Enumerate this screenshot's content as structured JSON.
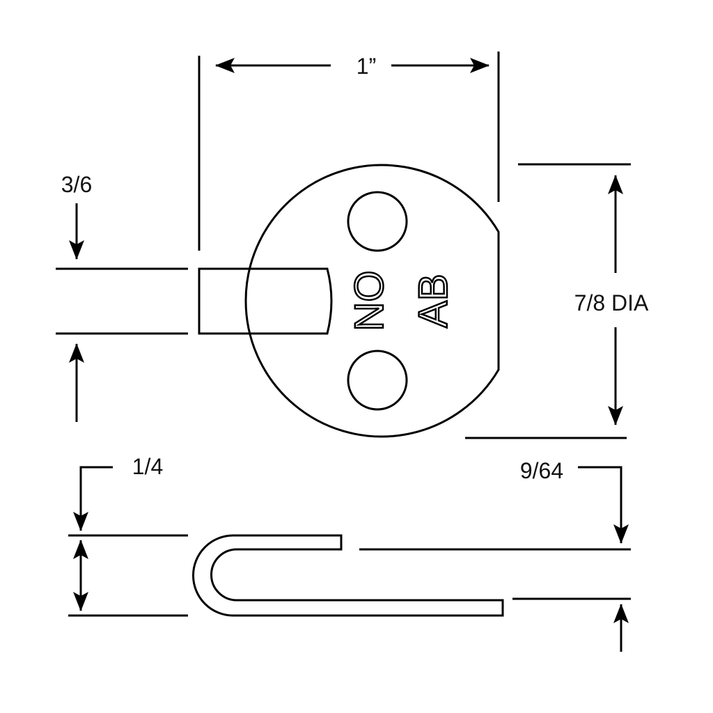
{
  "labels": {
    "width": "1”",
    "tab_height": "3/6",
    "diameter": "7/8 DIA",
    "fold_height": "1/4",
    "thickness": "9/64"
  },
  "engraving": {
    "line1": "NO",
    "line2": "AB"
  },
  "colors": {
    "stroke": "#000000",
    "background": "#ffffff"
  }
}
